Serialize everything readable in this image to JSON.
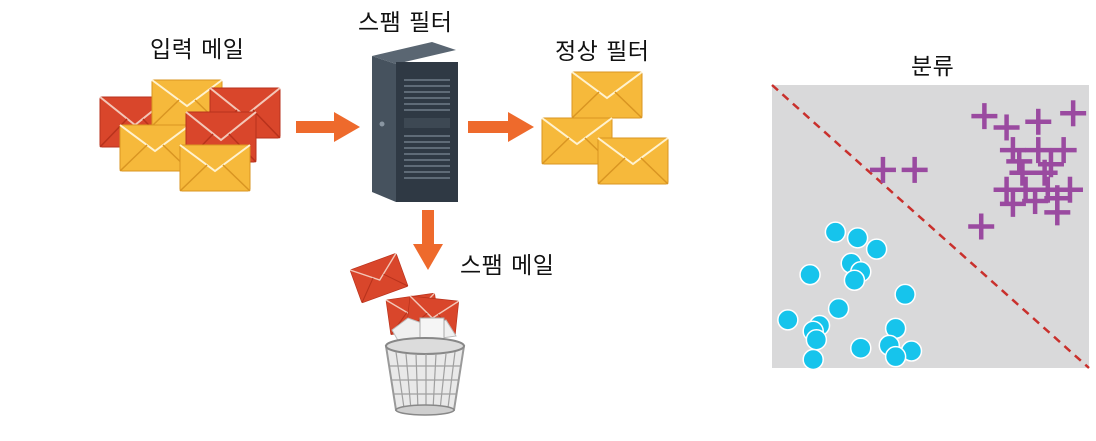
{
  "labels": {
    "input_mail": "입력 메일",
    "spam_filter": "스팸 필터",
    "normal_filter": "정상 필터",
    "spam_mail": "스팸 메일",
    "classification": "분류"
  },
  "colors": {
    "spam_envelope": "#d9462b",
    "normal_envelope": "#f6b93b",
    "arrow": "#ee6a2c",
    "server": "#3b4652",
    "plot_bg": "#d9d9da",
    "divider": "#c9302c",
    "plus_class": "#9a4aa0",
    "circle_class": "#16c4ec"
  },
  "icons": {
    "server": "server-tower-icon",
    "trash": "wire-trash-bin-icon",
    "envelope": "envelope-icon"
  },
  "chart_data": {
    "type": "scatter",
    "title": "분류",
    "xlabel": "",
    "ylabel": "",
    "xlim": [
      0,
      10
    ],
    "ylim": [
      0,
      10
    ],
    "grid": false,
    "decision_boundary": {
      "style": "dashed",
      "from": [
        0,
        10
      ],
      "to": [
        10,
        0
      ]
    },
    "series": [
      {
        "marker": "plus",
        "points": [
          [
            6.7,
            8.9
          ],
          [
            7.4,
            8.5
          ],
          [
            8.4,
            8.7
          ],
          [
            9.5,
            9.0
          ],
          [
            7.6,
            7.7
          ],
          [
            8.4,
            7.7
          ],
          [
            9.2,
            7.7
          ],
          [
            7.8,
            7.3
          ],
          [
            8.8,
            7.2
          ],
          [
            3.5,
            7.0
          ],
          [
            4.5,
            7.0
          ],
          [
            7.9,
            6.9
          ],
          [
            8.6,
            6.9
          ],
          [
            7.4,
            6.3
          ],
          [
            8.0,
            6.3
          ],
          [
            8.7,
            6.3
          ],
          [
            9.4,
            6.3
          ],
          [
            9.0,
            6.0
          ],
          [
            7.6,
            5.8
          ],
          [
            8.3,
            5.9
          ],
          [
            9.0,
            5.5
          ],
          [
            6.6,
            5.0
          ]
        ]
      },
      {
        "marker": "circle",
        "points": [
          [
            2.0,
            4.8
          ],
          [
            2.7,
            4.6
          ],
          [
            3.3,
            4.2
          ],
          [
            2.5,
            3.7
          ],
          [
            2.8,
            3.4
          ],
          [
            1.2,
            3.3
          ],
          [
            2.6,
            3.1
          ],
          [
            4.2,
            2.6
          ],
          [
            2.1,
            2.1
          ],
          [
            0.5,
            1.7
          ],
          [
            1.5,
            1.5
          ],
          [
            1.3,
            1.3
          ],
          [
            3.9,
            1.4
          ],
          [
            1.4,
            1.0
          ],
          [
            3.7,
            0.8
          ],
          [
            2.8,
            0.7
          ],
          [
            4.4,
            0.6
          ],
          [
            3.9,
            0.4
          ],
          [
            1.3,
            0.3
          ]
        ]
      }
    ]
  }
}
